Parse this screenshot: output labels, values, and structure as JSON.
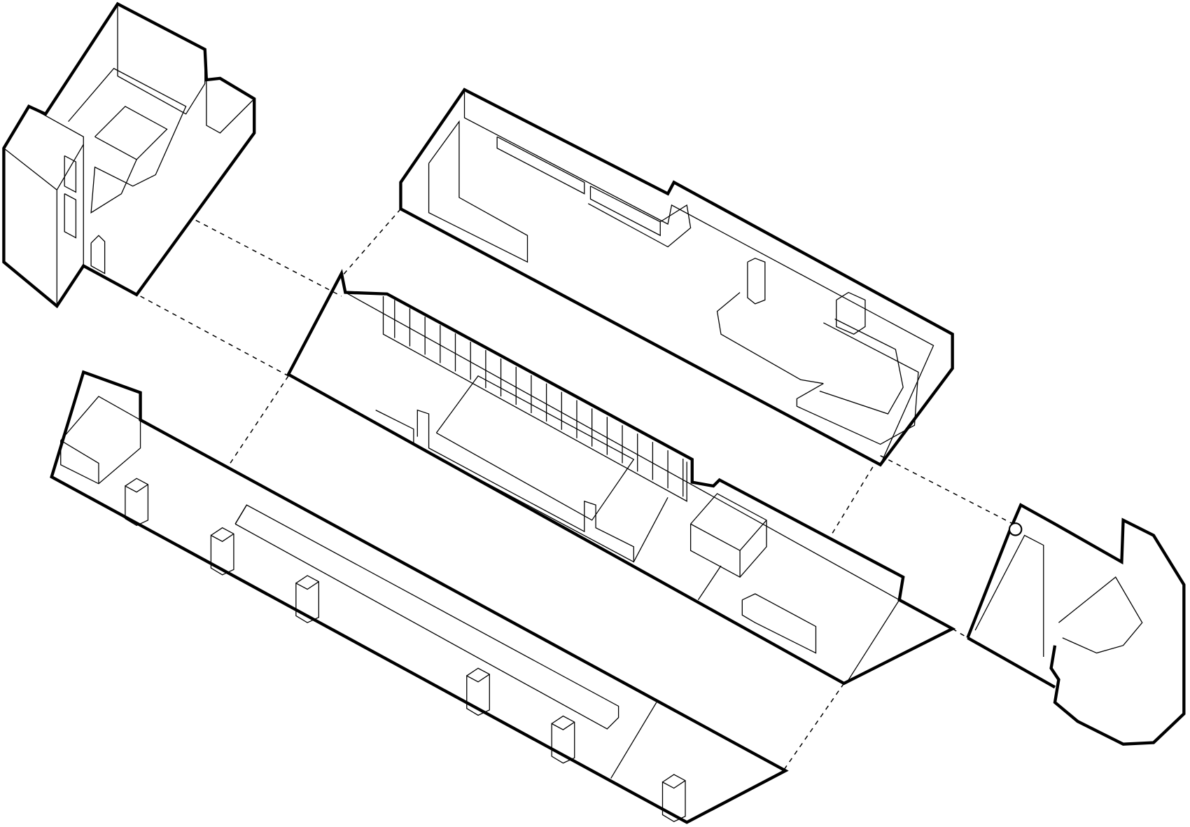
{
  "drawing": {
    "style": "axonometric exploded line drawing",
    "colors": {
      "line": "#000000",
      "background": "#ffffff"
    },
    "parts": [
      "stair-core-left",
      "upper-floor",
      "middle-floor",
      "ground-floor",
      "stair-core-right"
    ]
  }
}
